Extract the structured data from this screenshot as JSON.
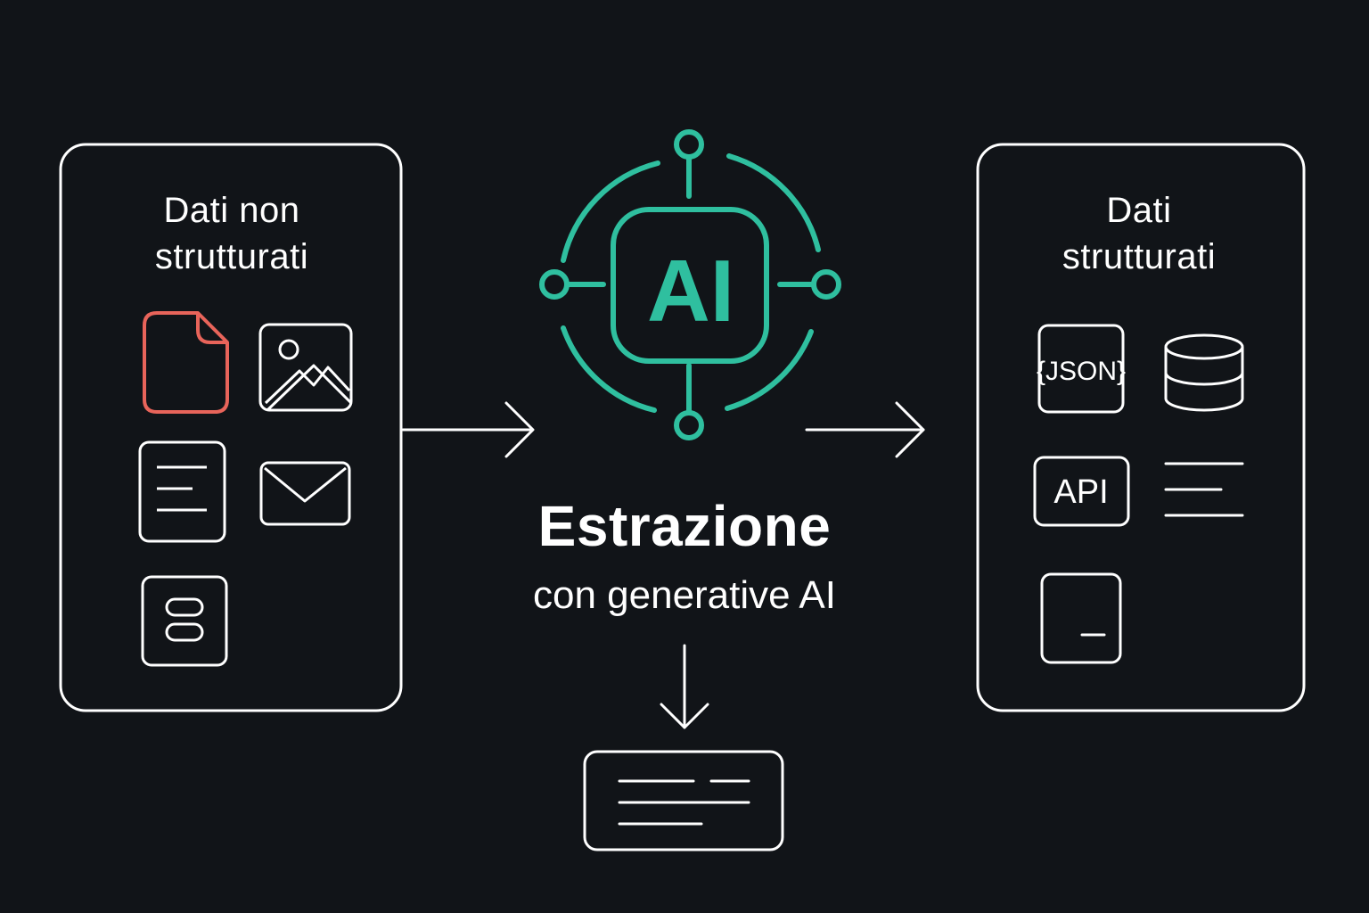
{
  "colors": {
    "background": "#111418",
    "stroke": "#ffffff",
    "accent": "#2fbf9f",
    "highlight": "#e8645a"
  },
  "left_panel": {
    "title": "Dati non strutturati",
    "icons": [
      "document-icon",
      "image-icon",
      "text-file-icon",
      "email-icon",
      "form-icon"
    ]
  },
  "center": {
    "ai_badge": "AI",
    "heading": "Estrazione",
    "subheading": "con generative AI"
  },
  "right_panel": {
    "title": "Dati strutturati",
    "json_label": "{JSON}",
    "api_label": "API",
    "icons": [
      "json-icon",
      "database-icon",
      "api-icon",
      "list-icon",
      "terminal-icon"
    ]
  },
  "output_card": {
    "icon": "text-card-icon"
  }
}
